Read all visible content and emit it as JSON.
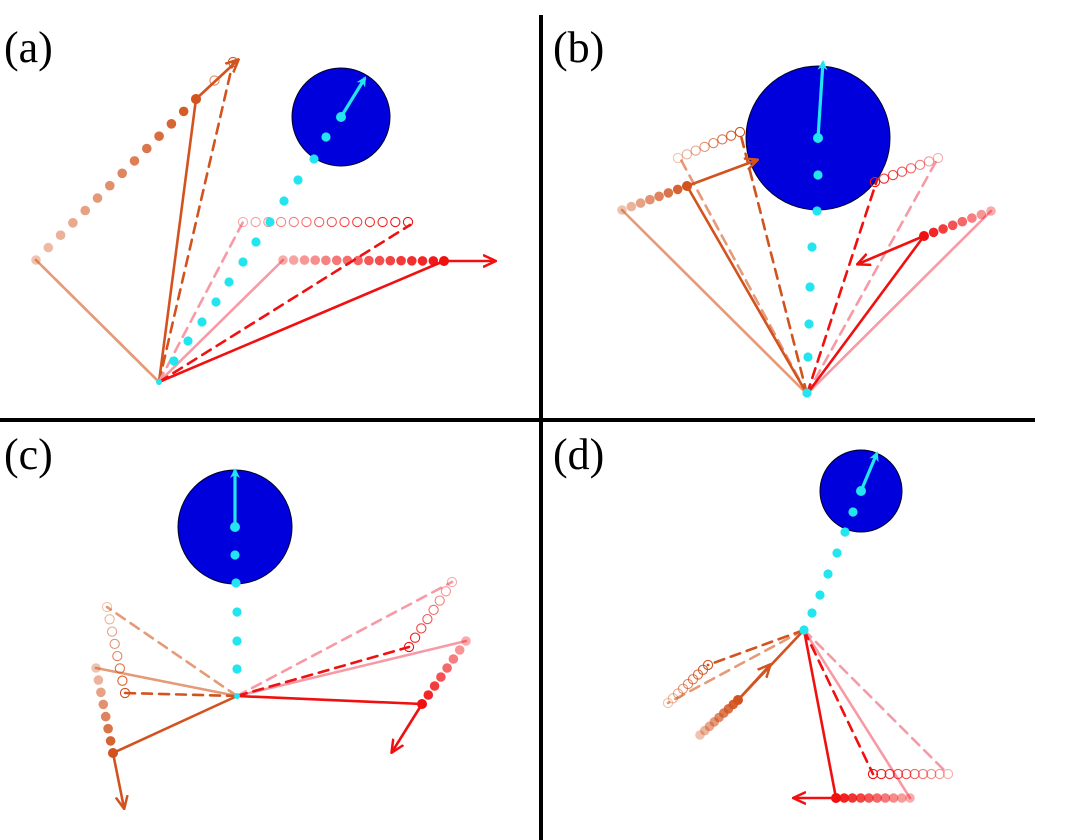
{
  "colors": {
    "divider": "#000000",
    "circle_fill": "#0000dd",
    "circle_stroke": "#000022",
    "cyan": "#22e5ef",
    "orange": "#d2531e",
    "orange_light": "#e59a78",
    "red": "#f01010",
    "red_light": "#f79aa5"
  },
  "panels": [
    {
      "label": "(a)",
      "target": {
        "circle": [
          341,
          117,
          49
        ],
        "velocity_arrow": [
          [
            341,
            117
          ],
          [
            365,
            78
          ]
        ],
        "trail": [
          [
            326,
            137
          ],
          [
            314,
            159
          ],
          [
            298,
            180
          ],
          [
            284,
            201
          ],
          [
            270,
            222
          ],
          [
            256,
            242
          ],
          [
            243,
            262
          ],
          [
            229,
            282
          ],
          [
            216,
            302
          ],
          [
            202,
            322
          ],
          [
            188,
            341
          ],
          [
            174,
            361
          ]
        ]
      },
      "pivots": [
        [
          159,
          382
        ]
      ],
      "arms": [
        {
          "tone": "orange_light",
          "style": "solid",
          "from": [
            159,
            382
          ],
          "to": [
            36,
            260
          ]
        },
        {
          "tone": "orange_light",
          "style": "dashed",
          "from": [
            159,
            382
          ],
          "to": [
            36,
            260
          ]
        },
        {
          "tone": "orange",
          "style": "dashed",
          "from": [
            159,
            382
          ],
          "to": [
            233,
            62
          ]
        },
        {
          "tone": "orange",
          "style": "solid",
          "from": [
            159,
            382
          ],
          "to": [
            196,
            99
          ]
        },
        {
          "tone": "red_light",
          "style": "solid",
          "from": [
            159,
            382
          ],
          "to": [
            283,
            260
          ]
        },
        {
          "tone": "red_light",
          "style": "dashed",
          "from": [
            159,
            382
          ],
          "to": [
            243,
            222
          ]
        },
        {
          "tone": "red",
          "style": "dashed",
          "from": [
            159,
            382
          ],
          "to": [
            410,
            225
          ]
        },
        {
          "tone": "red",
          "style": "solid",
          "from": [
            159,
            382
          ],
          "to": [
            444,
            261
          ]
        }
      ],
      "filled_trails": [
        {
          "tone": "orange",
          "from": [
            36,
            260
          ],
          "to": [
            196,
            99
          ],
          "n": 14
        },
        {
          "tone": "red",
          "from": [
            283,
            260
          ],
          "to": [
            444,
            261
          ],
          "n": 16
        }
      ],
      "hollow_trails": [
        {
          "tone": "orange",
          "from": [
            196,
            99
          ],
          "to": [
            233,
            62
          ],
          "n": 3
        },
        {
          "tone": "red",
          "from": [
            243,
            222
          ],
          "to": [
            408,
            222
          ],
          "n": 14
        }
      ],
      "velocity_arrows": [
        {
          "tone": "orange",
          "from": [
            196,
            99
          ],
          "to": [
            238,
            60
          ]
        },
        {
          "tone": "red",
          "from": [
            444,
            261
          ],
          "to": [
            495,
            261
          ]
        }
      ]
    },
    {
      "label": "(b)",
      "target": {
        "circle": [
          818,
          138,
          72
        ],
        "velocity_arrow": [
          [
            818,
            138
          ],
          [
            823,
            62
          ]
        ],
        "trail": [
          [
            818,
            175
          ],
          [
            817,
            211
          ],
          [
            812,
            247
          ],
          [
            810,
            287
          ],
          [
            809,
            324
          ],
          [
            808,
            357
          ],
          [
            807,
            393
          ]
        ]
      },
      "pivots": [
        [
          807,
          394
        ]
      ],
      "arms": [
        {
          "tone": "orange_light",
          "style": "solid",
          "from": [
            807,
            394
          ],
          "to": [
            622,
            210
          ]
        },
        {
          "tone": "orange_light",
          "style": "dashed",
          "from": [
            807,
            394
          ],
          "to": [
            680,
            158
          ]
        },
        {
          "tone": "orange",
          "style": "dashed",
          "from": [
            807,
            394
          ],
          "to": [
            740,
            132
          ]
        },
        {
          "tone": "orange",
          "style": "solid",
          "from": [
            807,
            394
          ],
          "to": [
            687,
            186
          ]
        },
        {
          "tone": "red_light",
          "style": "solid",
          "from": [
            807,
            394
          ],
          "to": [
            991,
            211
          ]
        },
        {
          "tone": "red_light",
          "style": "dashed",
          "from": [
            807,
            394
          ],
          "to": [
            938,
            158
          ]
        },
        {
          "tone": "red",
          "style": "dashed",
          "from": [
            807,
            394
          ],
          "to": [
            877,
            180
          ]
        },
        {
          "tone": "red",
          "style": "solid",
          "from": [
            807,
            394
          ],
          "to": [
            924,
            236
          ]
        }
      ],
      "filled_trails": [
        {
          "tone": "orange",
          "from": [
            622,
            210
          ],
          "to": [
            687,
            186
          ],
          "n": 8
        },
        {
          "tone": "red",
          "from": [
            991,
            211
          ],
          "to": [
            924,
            236
          ],
          "n": 8
        }
      ],
      "hollow_trails": [
        {
          "tone": "orange",
          "from": [
            678,
            158
          ],
          "to": [
            740,
            132
          ],
          "n": 8
        },
        {
          "tone": "red",
          "from": [
            938,
            158
          ],
          "to": [
            875,
            182
          ],
          "n": 8
        }
      ],
      "velocity_arrows": [
        {
          "tone": "orange",
          "from": [
            687,
            186
          ],
          "to": [
            757,
            160
          ]
        },
        {
          "tone": "red",
          "from": [
            924,
            236
          ],
          "to": [
            858,
            264
          ]
        }
      ]
    },
    {
      "label": "(c)",
      "target": {
        "circle": [
          235,
          527,
          57
        ],
        "velocity_arrow": [
          [
            235,
            527
          ],
          [
            235,
            470
          ]
        ],
        "trail": [
          [
            235,
            555
          ],
          [
            236,
            583
          ],
          [
            237,
            612
          ],
          [
            237,
            641
          ],
          [
            237,
            669
          ]
        ]
      },
      "pivots": [
        [
          237,
          696
        ]
      ],
      "arms": [
        {
          "tone": "orange_light",
          "style": "solid",
          "from": [
            237,
            696
          ],
          "to": [
            96,
            668
          ]
        },
        {
          "tone": "orange_light",
          "style": "dashed",
          "from": [
            237,
            696
          ],
          "to": [
            107,
            607
          ]
        },
        {
          "tone": "orange",
          "style": "dashed",
          "from": [
            237,
            696
          ],
          "to": [
            125,
            693
          ]
        },
        {
          "tone": "orange",
          "style": "solid",
          "from": [
            237,
            696
          ],
          "to": [
            113,
            753
          ]
        },
        {
          "tone": "red_light",
          "style": "solid",
          "from": [
            237,
            696
          ],
          "to": [
            466,
            641
          ]
        },
        {
          "tone": "red_light",
          "style": "dashed",
          "from": [
            237,
            696
          ],
          "to": [
            452,
            582
          ]
        },
        {
          "tone": "red",
          "style": "dashed",
          "from": [
            237,
            696
          ],
          "to": [
            409,
            647
          ]
        },
        {
          "tone": "red",
          "style": "solid",
          "from": [
            237,
            696
          ],
          "to": [
            422,
            704
          ]
        }
      ],
      "filled_trails": [
        {
          "tone": "orange",
          "from": [
            96,
            668
          ],
          "to": [
            113,
            753
          ],
          "n": 8
        },
        {
          "tone": "red",
          "from": [
            466,
            641
          ],
          "to": [
            422,
            704
          ],
          "n": 8
        }
      ],
      "hollow_trails": [
        {
          "tone": "orange",
          "from": [
            107,
            607
          ],
          "to": [
            125,
            693
          ],
          "n": 8
        },
        {
          "tone": "red",
          "from": [
            452,
            582
          ],
          "to": [
            409,
            647
          ],
          "n": 8
        }
      ],
      "velocity_arrows": [
        {
          "tone": "orange",
          "from": [
            113,
            753
          ],
          "to": [
            124,
            808
          ]
        },
        {
          "tone": "red",
          "from": [
            422,
            704
          ],
          "to": [
            392,
            752
          ]
        }
      ]
    },
    {
      "label": "(d)",
      "target": {
        "circle": [
          861,
          491,
          41
        ],
        "velocity_arrow": [
          [
            861,
            491
          ],
          [
            877,
            453
          ]
        ],
        "trail": [
          [
            853,
            512
          ],
          [
            845,
            532
          ],
          [
            837,
            553
          ],
          [
            828,
            574
          ],
          [
            820,
            595
          ],
          [
            812,
            613
          ],
          [
            804,
            630
          ]
        ]
      },
      "pivots": [
        [
          804,
          630
        ]
      ],
      "arms": [
        {
          "tone": "orange_light",
          "style": "dashed",
          "from": [
            804,
            630
          ],
          "to": [
            668,
            703
          ]
        },
        {
          "tone": "orange",
          "style": "dashed",
          "from": [
            804,
            630
          ],
          "to": [
            708,
            665
          ]
        },
        {
          "tone": "orange",
          "style": "solid",
          "from": [
            804,
            630
          ],
          "to": [
            738,
            700
          ]
        },
        {
          "tone": "red_light",
          "style": "solid",
          "from": [
            804,
            630
          ],
          "to": [
            910,
            798
          ]
        },
        {
          "tone": "red_light",
          "style": "dashed",
          "from": [
            804,
            630
          ],
          "to": [
            948,
            774
          ]
        },
        {
          "tone": "red",
          "style": "dashed",
          "from": [
            804,
            630
          ],
          "to": [
            873,
            774
          ]
        },
        {
          "tone": "red",
          "style": "solid",
          "from": [
            804,
            630
          ],
          "to": [
            836,
            798
          ]
        }
      ],
      "filled_trails": [
        {
          "tone": "orange",
          "from": [
            700,
            735
          ],
          "to": [
            738,
            700
          ],
          "n": 9
        },
        {
          "tone": "red",
          "from": [
            910,
            798
          ],
          "to": [
            836,
            798
          ],
          "n": 10
        }
      ],
      "hollow_trails": [
        {
          "tone": "orange",
          "from": [
            668,
            703
          ],
          "to": [
            708,
            665
          ],
          "n": 9
        },
        {
          "tone": "red",
          "from": [
            948,
            774
          ],
          "to": [
            873,
            774
          ],
          "n": 10
        }
      ],
      "velocity_arrows": [
        {
          "tone": "orange",
          "from": [
            738,
            700
          ],
          "to": [
            770,
            665
          ]
        },
        {
          "tone": "red",
          "from": [
            836,
            798
          ],
          "to": [
            794,
            798
          ]
        }
      ]
    }
  ]
}
